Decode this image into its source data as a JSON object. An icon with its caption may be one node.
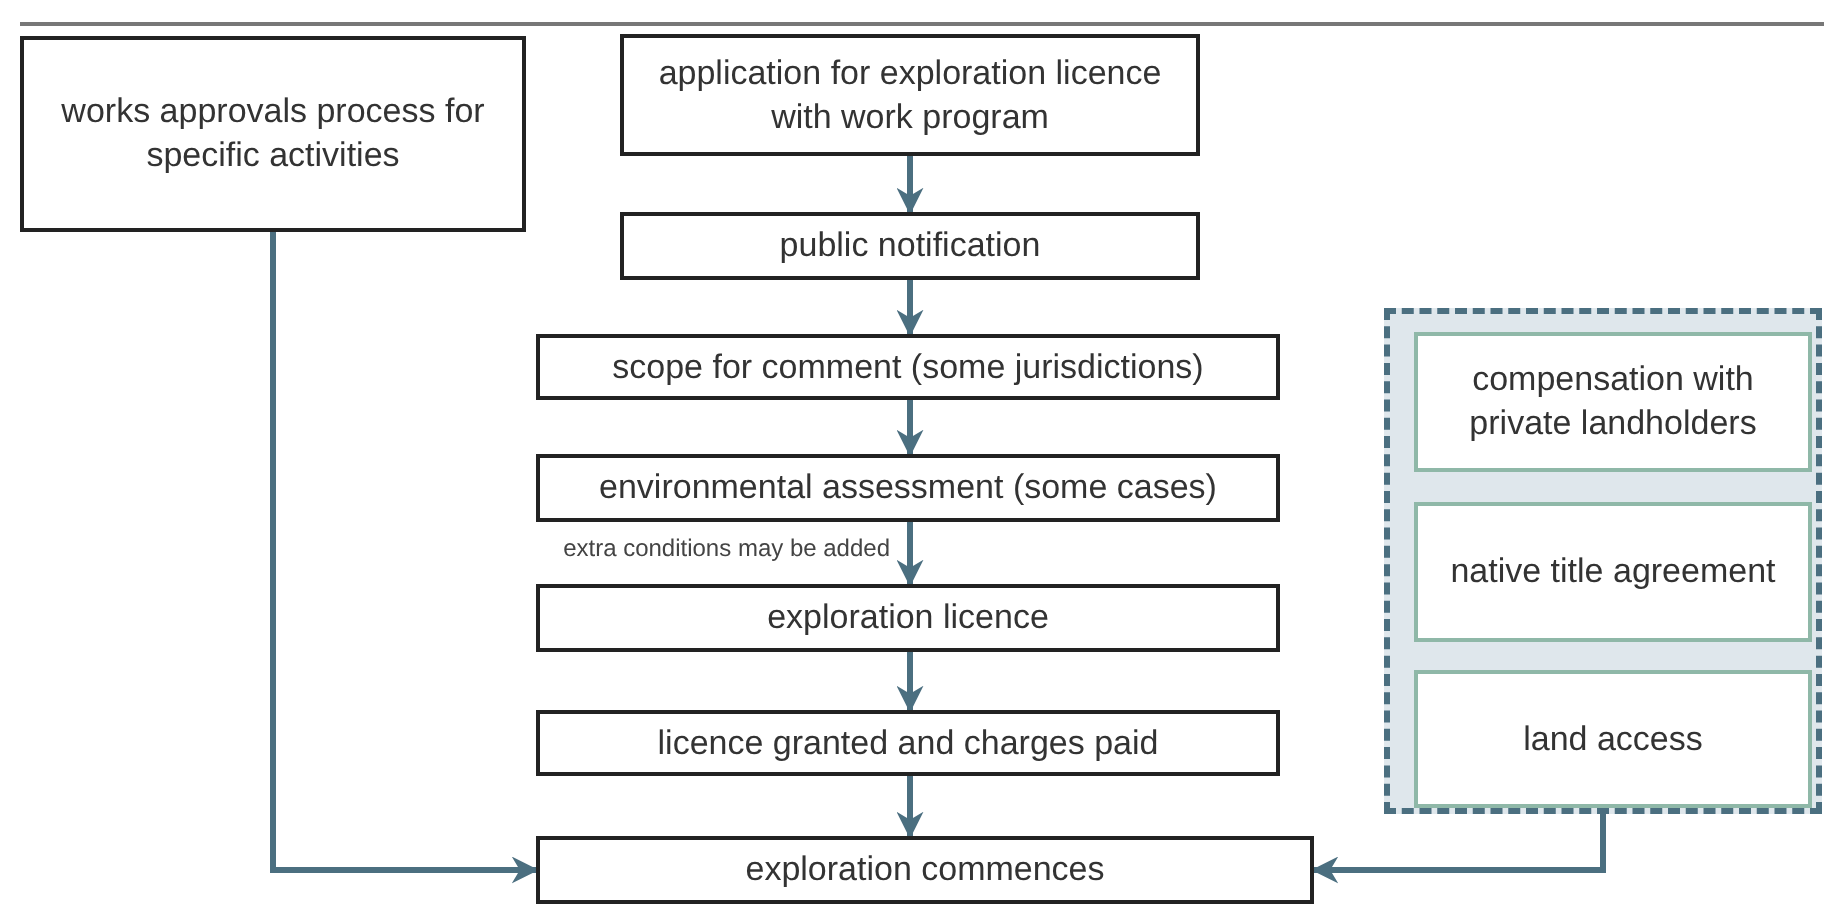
{
  "diagram": {
    "nodes": [
      {
        "text": [
          "works approvals process for specific activities"
        ]
      },
      {
        "text": [
          "application for exploration licence with work program"
        ]
      },
      {
        "text": [
          "public notification"
        ]
      },
      {
        "text": [
          "scope for comment (some jurisdictions)"
        ]
      },
      {
        "text": [
          "environmental assessment (some cases)"
        ]
      },
      {
        "text": [
          "exploration licence"
        ]
      },
      {
        "text": [
          "licence granted and charges paid"
        ]
      },
      {
        "text": [
          "exploration commences"
        ]
      },
      {
        "text": [],
        "shape": "box"
      },
      {
        "text": [
          "compensation with private landholders"
        ],
        "in": 8
      },
      {
        "text": [
          "native title agreement"
        ],
        "in": 8
      },
      {
        "text": [
          "land access"
        ],
        "in": 8
      }
    ],
    "edges": [
      {
        "from": 1,
        "to": 2,
        "arrow": "to"
      },
      {
        "from": 2,
        "to": 3,
        "arrow": "to"
      },
      {
        "from": 3,
        "to": 4,
        "arrow": "to"
      },
      {
        "from": 4,
        "to": 5,
        "arrow": "to",
        "label": "extra conditions may be added"
      },
      {
        "from": 5,
        "to": 6,
        "arrow": "to"
      },
      {
        "from": 6,
        "to": 7,
        "arrow": "to"
      },
      {
        "from": 0,
        "to": 7,
        "arrow": "to"
      },
      {
        "from": 8,
        "to": 7,
        "arrow": "to"
      }
    ]
  }
}
